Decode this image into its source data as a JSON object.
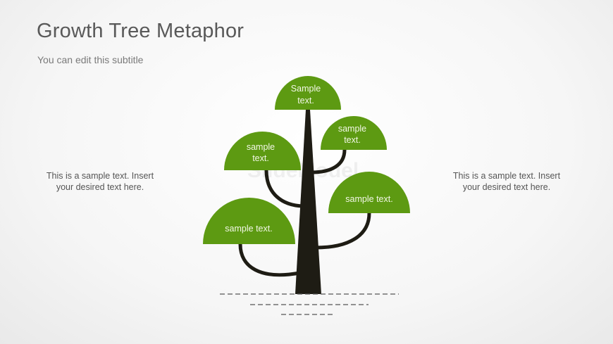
{
  "slide": {
    "title": "Growth Tree Metaphor",
    "subtitle": "You can edit this subtitle",
    "left_text": "This is a sample text. Insert your desired text here.",
    "right_text": "This is a sample text. Insert your desired text here.",
    "watermark": "SlideModel"
  },
  "tree": {
    "leaves": [
      {
        "lines": [
          "Sample",
          "text."
        ]
      },
      {
        "lines": [
          "sample",
          "text."
        ]
      },
      {
        "lines": [
          "sample",
          "text."
        ]
      },
      {
        "lines": [
          "sample text."
        ]
      },
      {
        "lines": [
          "sample text."
        ]
      }
    ]
  },
  "colors": {
    "leaf": "#5d9a12",
    "trunk": "#1e1c14",
    "text": "#595959"
  }
}
